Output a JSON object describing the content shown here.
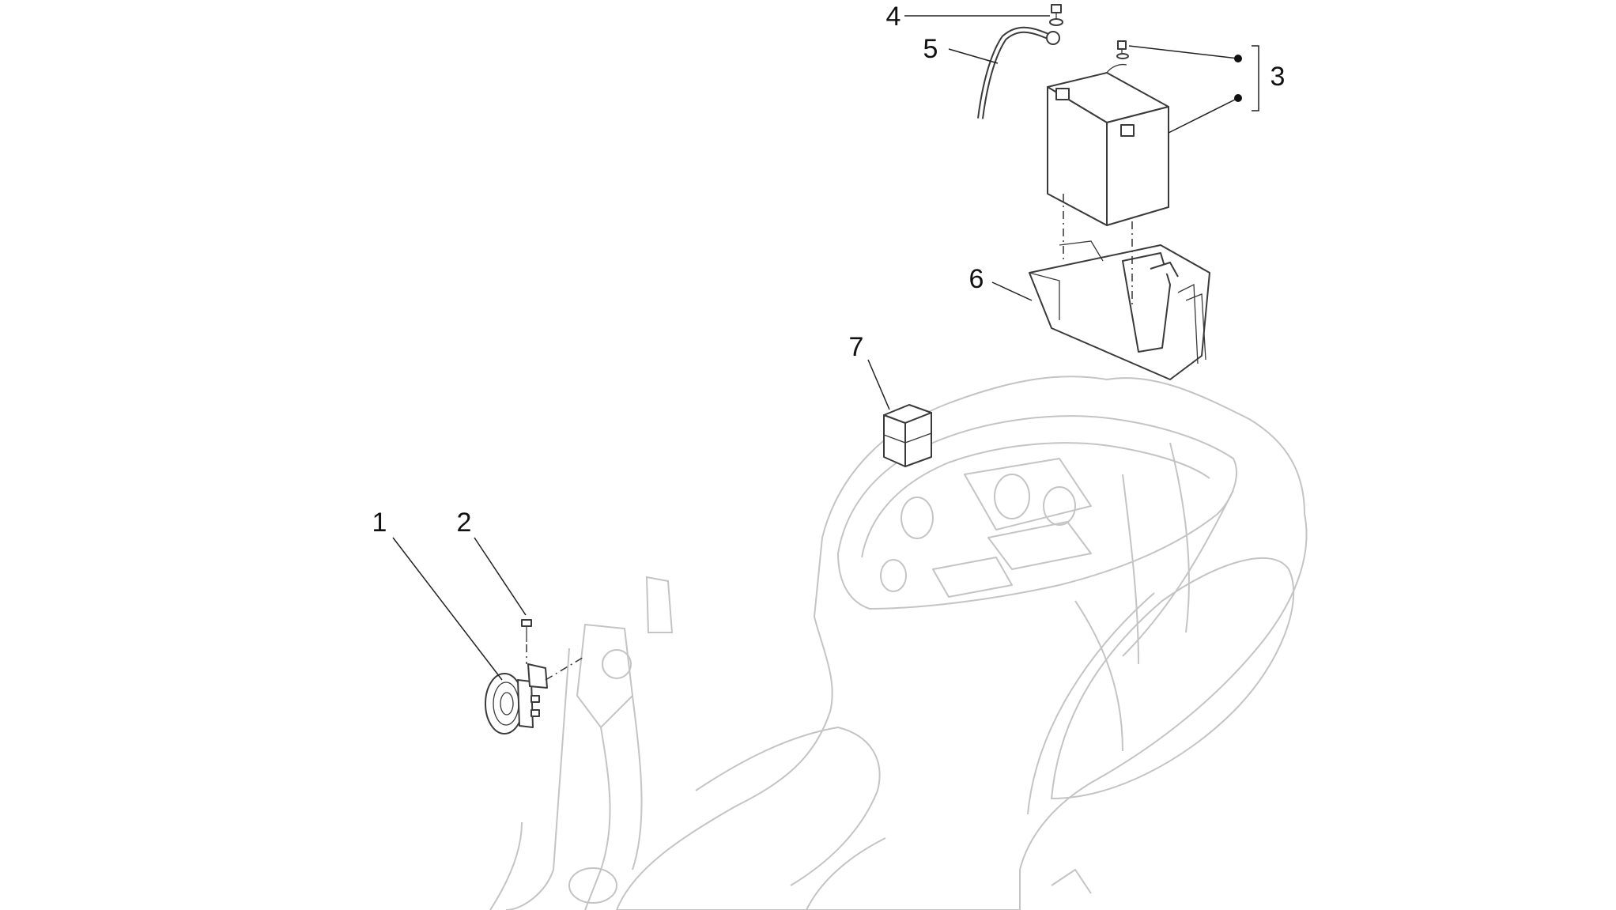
{
  "callouts": [
    "1",
    "2",
    "3",
    "4",
    "5",
    "6",
    "7"
  ],
  "colors": {
    "parts": "#3a3a3a",
    "frame": "#c4c4c4",
    "labels": "#111111"
  }
}
